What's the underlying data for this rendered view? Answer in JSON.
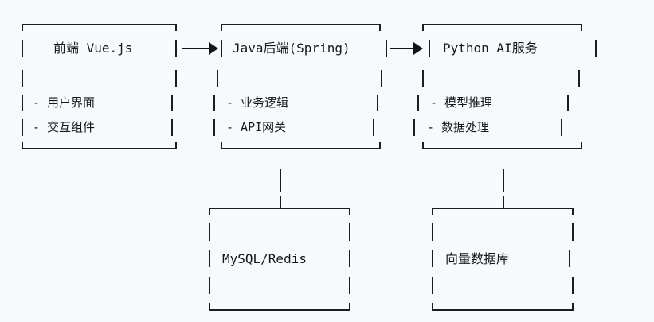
{
  "diagram": {
    "type": "ascii-architecture-diagram",
    "background_color": "#f7f9fb",
    "stroke_color": "#1b1d21",
    "title": "",
    "boxes": [
      {
        "id": "frontend",
        "title": "前端 Vue.js",
        "items": [
          "- 用户界面",
          "- 交互组件"
        ],
        "row": "top",
        "column": 1
      },
      {
        "id": "backend",
        "title": "Java后端(Spring)",
        "items": [
          "- 业务逻辑",
          "- API网关"
        ],
        "row": "top",
        "column": 2
      },
      {
        "id": "ai-service",
        "title": "Python AI服务",
        "items": [
          "- 模型推理",
          "- 数据处理"
        ],
        "row": "top",
        "column": 3
      },
      {
        "id": "mysql-redis",
        "title": "MySQL/Redis",
        "items": [],
        "row": "bottom",
        "column": 2
      },
      {
        "id": "vector-db",
        "title": "向量数据库",
        "items": [],
        "row": "bottom",
        "column": 3
      }
    ],
    "arrows": [
      {
        "id": "frontend-to-backend",
        "from": "frontend",
        "to": "backend",
        "glyph": "——▶",
        "direction": "right"
      },
      {
        "id": "backend-to-ai",
        "from": "backend",
        "to": "ai-service",
        "glyph": "——▶",
        "direction": "right"
      }
    ],
    "connectors": [
      {
        "id": "backend-to-mysql",
        "from": "backend",
        "to": "mysql-redis",
        "glyph": "|",
        "direction": "down"
      },
      {
        "id": "ai-to-vectordb",
        "from": "ai-service",
        "to": "vector-db",
        "glyph": "|",
        "direction": "down"
      }
    ]
  }
}
